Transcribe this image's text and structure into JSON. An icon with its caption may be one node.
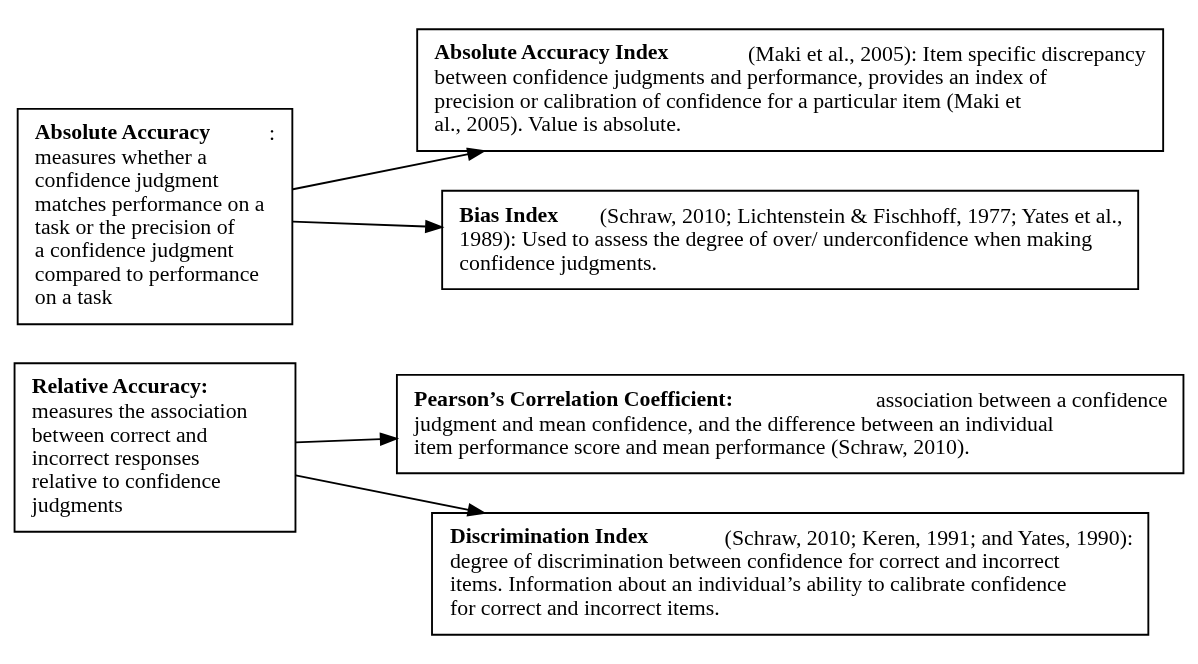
{
  "diagram": {
    "nodes": [
      {
        "text": [
          "**Absolute Accuracy**: measures whether a confidence judgment matches performance on a task or the precision of a confidence judgment compared to performance on a task"
        ]
      },
      {
        "text": [
          "**Absolute Accuracy Index** (Maki et al., 2005): Item specific discrepancy between confidence judgments and performance, provides an index of precision or calibration of confidence for a particular item (Maki et al., 2005). Value is absolute."
        ]
      },
      {
        "text": [
          "**Bias Index** (Schraw, 2010; Lichtenstein & Fischhoff, 1977; Yates et al., 1989): Used to assess the degree of over/ underconfidence when making confidence judgments."
        ]
      },
      {
        "text": [
          "**Relative Accuracy:** measures the association between correct and incorrect responses relative to confidence judgments"
        ]
      },
      {
        "text": [
          "**Pearson’s Correlation Coefficient:** association between a confidence judgment and mean confidence, and the difference between an individual item performance score and mean performance (Schraw, 2010)."
        ]
      },
      {
        "text": [
          "**Discrimination Index** (Schraw, 2010; Keren, 1991; and Yates, 1990): degree of discrimination between confidence for correct and incorrect items. Information about an individual’s ability to calibrate confidence for correct and incorrect items."
        ]
      }
    ],
    "edges": [
      {
        "from": 0,
        "to": 1,
        "arrow": "to"
      },
      {
        "from": 0,
        "to": 2,
        "arrow": "to"
      },
      {
        "from": 3,
        "to": 4,
        "arrow": "to"
      },
      {
        "from": 3,
        "to": 5,
        "arrow": "to"
      }
    ]
  }
}
